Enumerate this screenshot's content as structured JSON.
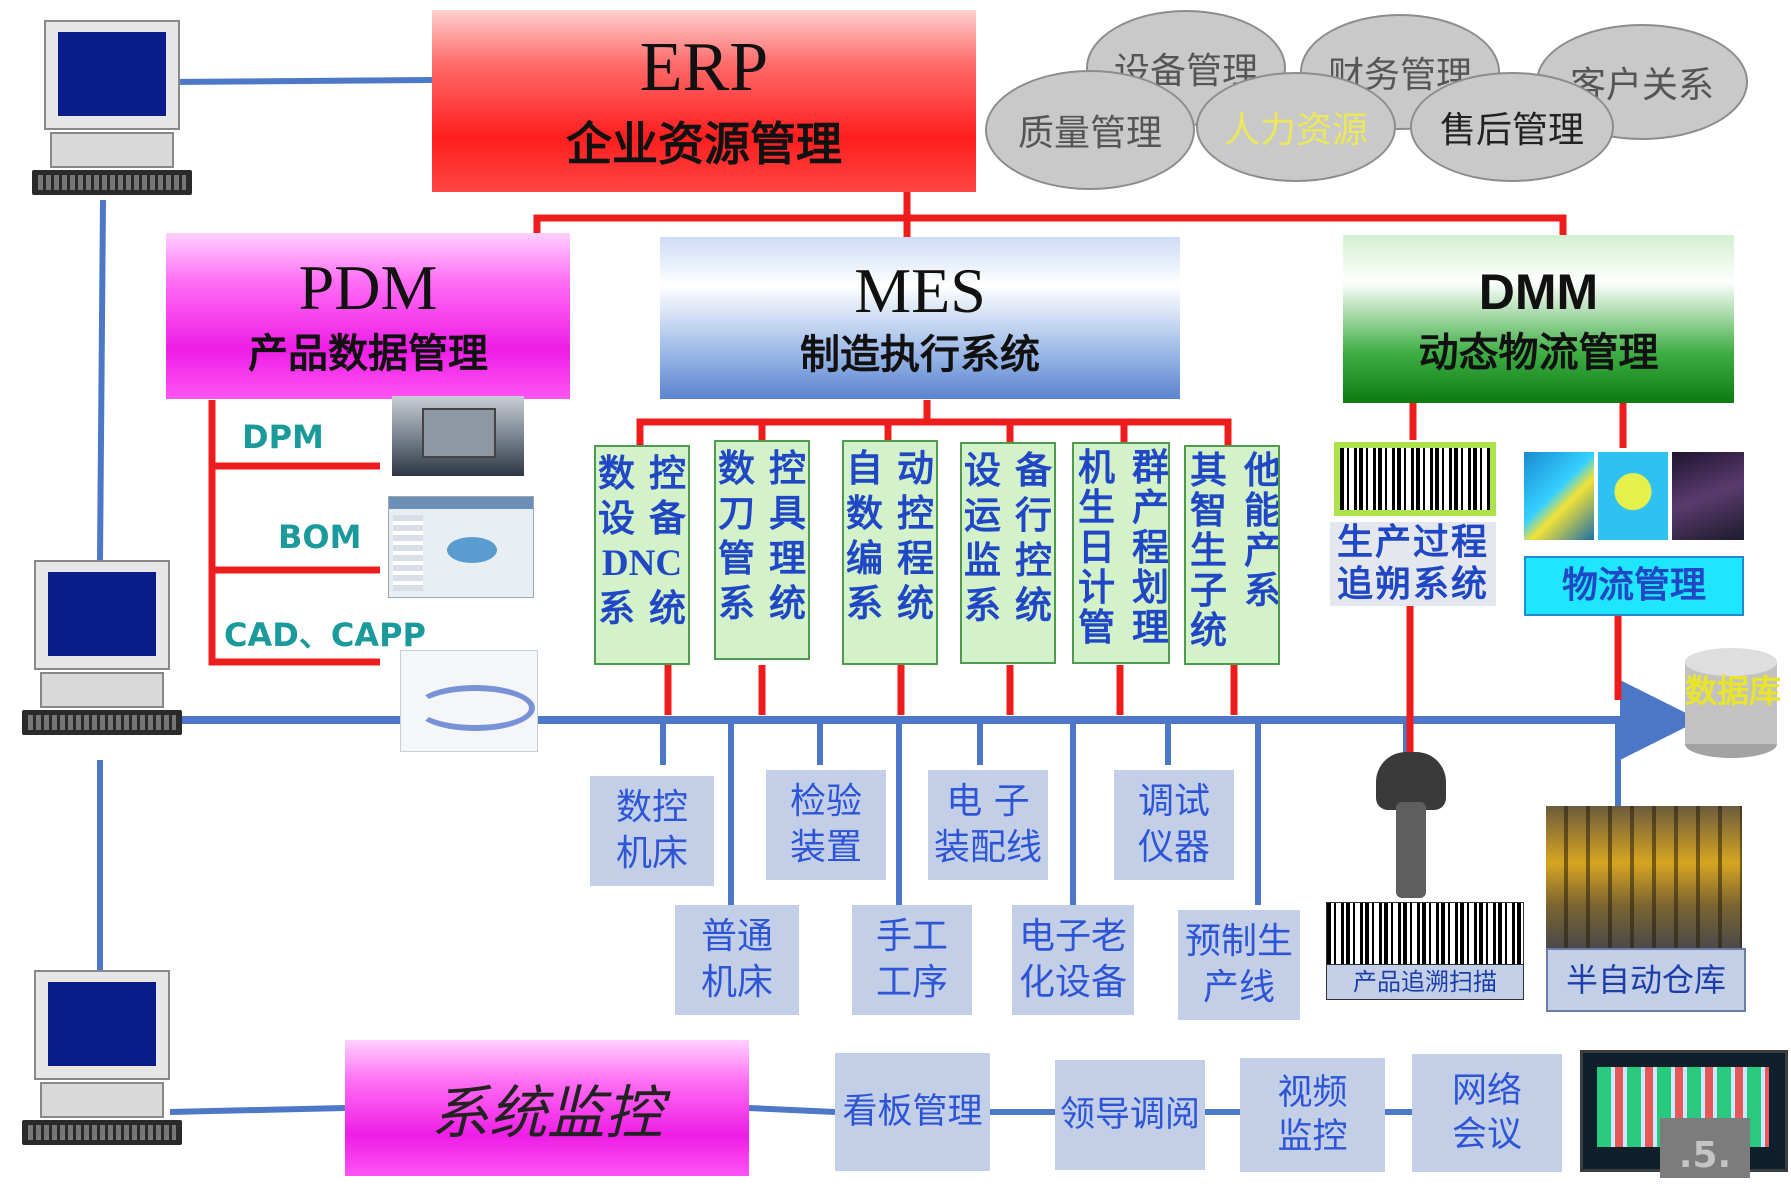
{
  "erp": {
    "title": "ERP",
    "subtitle": "企业资源管理"
  },
  "erp_modules": [
    "设备管理",
    "财务管理",
    "客户关系",
    "质量管理",
    "人力资源",
    "售后管理"
  ],
  "pdm": {
    "title": "PDM",
    "subtitle": "产品数据管理",
    "items": [
      "DPM",
      "BOM",
      "CAD、CAPP"
    ]
  },
  "mes": {
    "title": "MES",
    "subtitle": "制造执行系统",
    "subsystems": [
      {
        "rows": [
          [
            "数",
            "控"
          ],
          [
            "设",
            "备"
          ],
          [
            "DNC"
          ],
          [
            "系",
            "统"
          ]
        ]
      },
      {
        "rows": [
          [
            "数",
            "控"
          ],
          [
            "刀",
            "具"
          ],
          [
            "管",
            "理"
          ],
          [
            "系",
            "统"
          ]
        ]
      },
      {
        "rows": [
          [
            "自",
            "动"
          ],
          [
            "数",
            "控"
          ],
          [
            "编",
            "程"
          ],
          [
            "系",
            "统"
          ]
        ]
      },
      {
        "rows": [
          [
            "设",
            "备"
          ],
          [
            "运",
            "行"
          ],
          [
            "监",
            "控"
          ],
          [
            "系",
            "统"
          ]
        ]
      },
      {
        "cols": [
          "机生日计管",
          "群产程划理"
        ]
      },
      {
        "cols": [
          "其智生子统",
          "他能产系"
        ]
      }
    ]
  },
  "dmm": {
    "title": "DMM",
    "subtitle": "动态物流管理",
    "trace": "生产过程追朔系统",
    "logistics": "物流管理"
  },
  "database": "数据库",
  "devices_top": [
    "数控机床",
    "检验装置",
    "电 子装配线",
    "调试仪器"
  ],
  "devices_bottom": [
    "普通机床",
    "手工工序",
    "电子老化设备",
    "预制生产线"
  ],
  "scan_label": "产品追溯扫描",
  "warehouse_label": "半自动仓库",
  "monitor": {
    "title": "系统监控",
    "items": [
      "看板管理",
      "领导调阅",
      "视频监控",
      "网络会议"
    ]
  },
  "page_number": ".5.",
  "colors": {
    "red_line": "#ee1c1c",
    "bus_blue": "#4d78c8",
    "device_bg": "#c2cfe7",
    "device_text": "#2d55d6"
  }
}
